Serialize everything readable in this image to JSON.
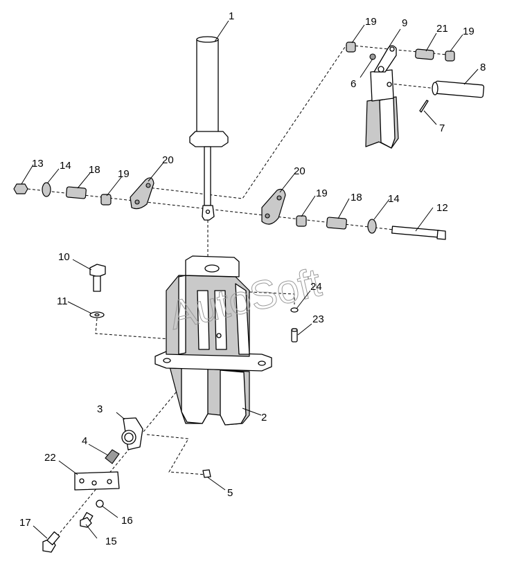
{
  "watermark": "AutoSoft",
  "callouts": [
    {
      "id": "c1",
      "text": "1"
    },
    {
      "id": "c2",
      "text": "2"
    },
    {
      "id": "c3",
      "text": "3"
    },
    {
      "id": "c4",
      "text": "4"
    },
    {
      "id": "c5",
      "text": "5"
    },
    {
      "id": "c6",
      "text": "6"
    },
    {
      "id": "c7",
      "text": "7"
    },
    {
      "id": "c8",
      "text": "8"
    },
    {
      "id": "c9",
      "text": "9"
    },
    {
      "id": "c10",
      "text": "10"
    },
    {
      "id": "c11",
      "text": "11"
    },
    {
      "id": "c12",
      "text": "12"
    },
    {
      "id": "c13",
      "text": "13"
    },
    {
      "id": "c14a",
      "text": "14"
    },
    {
      "id": "c14b",
      "text": "14"
    },
    {
      "id": "c15",
      "text": "15"
    },
    {
      "id": "c16",
      "text": "16"
    },
    {
      "id": "c17",
      "text": "17"
    },
    {
      "id": "c18a",
      "text": "18"
    },
    {
      "id": "c18b",
      "text": "18"
    },
    {
      "id": "c19a",
      "text": "19"
    },
    {
      "id": "c19b",
      "text": "19"
    },
    {
      "id": "c19c",
      "text": "19"
    },
    {
      "id": "c19d",
      "text": "19"
    },
    {
      "id": "c20a",
      "text": "20"
    },
    {
      "id": "c20b",
      "text": "20"
    },
    {
      "id": "c21",
      "text": "21"
    },
    {
      "id": "c22",
      "text": "22"
    },
    {
      "id": "c23",
      "text": "23"
    },
    {
      "id": "c24",
      "text": "24"
    }
  ]
}
